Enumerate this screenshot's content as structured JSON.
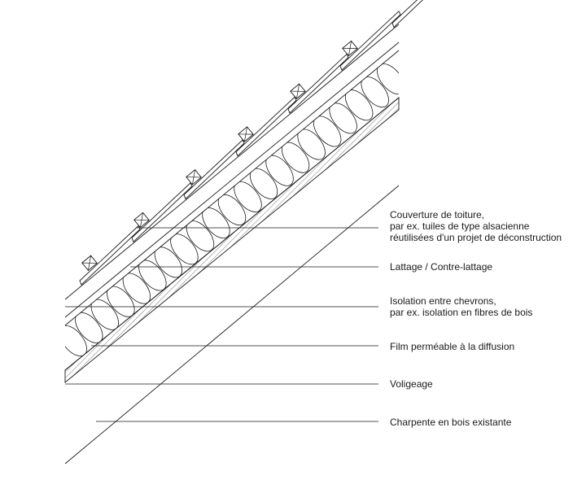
{
  "callouts": [
    {
      "id": "couverture",
      "lines": [
        "Couverture de toiture,",
        "par ex. tuiles de type alsacienne",
        "réutilisées d'un projet de déconstruction"
      ]
    },
    {
      "id": "lattage",
      "lines": [
        "Lattage / Contre-lattage"
      ]
    },
    {
      "id": "isolation",
      "lines": [
        "Isolation entre chevrons,",
        "par ex. isolation en fibres de bois"
      ]
    },
    {
      "id": "film",
      "lines": [
        "Film perméable à la diffusion"
      ]
    },
    {
      "id": "voligeage",
      "lines": [
        "Voligeage"
      ]
    },
    {
      "id": "charpente",
      "lines": [
        "Charpente en bois existante"
      ]
    }
  ],
  "layers": {
    "tile_count": 7,
    "batten_count": 6,
    "insulation_loops": 21
  },
  "colors": {
    "line": "#1a1a1a",
    "hatch": "#555555",
    "background": "#ffffff"
  }
}
